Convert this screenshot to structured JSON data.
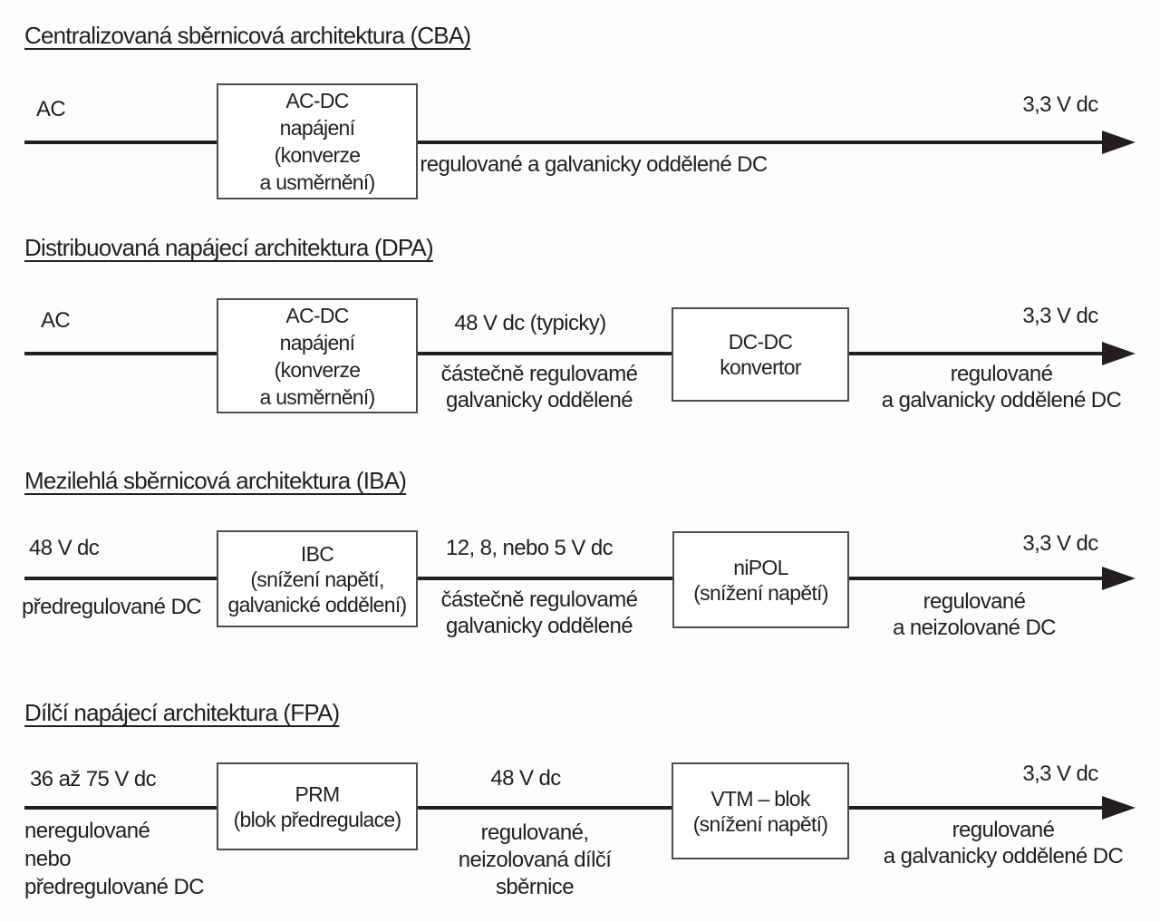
{
  "colors": {
    "ink": "#231f20",
    "box_border": "#4d4d4f",
    "background": "#fdfdfd"
  },
  "sections": [
    {
      "title": "Centralizovaná sběrnicová architektura (CBA)",
      "in_top": "AC",
      "box1": [
        "AC-DC",
        "napájení",
        "(konverze",
        "a usměrnění)"
      ],
      "out_top": "3,3 V dc",
      "out_bottom": [
        "regulované a galvanicky oddělené DC"
      ]
    },
    {
      "title": "Distribuovaná napájecí architektura (DPA)",
      "in_top": "AC",
      "box1": [
        "AC-DC",
        "napájení",
        "(konverze",
        "a usměrnění)"
      ],
      "mid_top": "48 V dc (typicky)",
      "mid_bottom": [
        "částečně regulovamé",
        "galvanicky oddělené"
      ],
      "box2": [
        "DC-DC",
        "konvertor"
      ],
      "out_top": "3,3 V dc",
      "out_bottom": [
        "regulované",
        "a galvanicky oddělené DC"
      ]
    },
    {
      "title": "Mezilehlá sběrnicová architektura (IBA)",
      "in_top": "48 V dc",
      "in_bottom": [
        "předregulované DC"
      ],
      "box1": [
        "IBC",
        "(snížení napětí,",
        "galvanické oddělení)"
      ],
      "mid_top": "12, 8, nebo 5 V dc",
      "mid_bottom": [
        "částečně regulovamé",
        "galvanicky oddělené"
      ],
      "box2": [
        "niPOL",
        "(snížení napětí)"
      ],
      "out_top": "3,3 V dc",
      "out_bottom": [
        "regulované",
        "a neizolované DC"
      ]
    },
    {
      "title": "Dílčí napájecí architektura (FPA)",
      "in_top": "36 až 75 V dc",
      "in_bottom": [
        "neregulované",
        "nebo",
        "předregulované DC"
      ],
      "box1": [
        "PRM",
        "(blok předregulace)"
      ],
      "mid_top": "48 V dc",
      "mid_bottom": [
        "regulované,",
        "neizolovaná dílčí",
        "sběrnice"
      ],
      "box2": [
        "VTM – blok",
        "(snížení napětí)"
      ],
      "out_top": "3,3 V dc",
      "out_bottom": [
        "regulované",
        "a galvanicky oddělené DC"
      ]
    }
  ]
}
